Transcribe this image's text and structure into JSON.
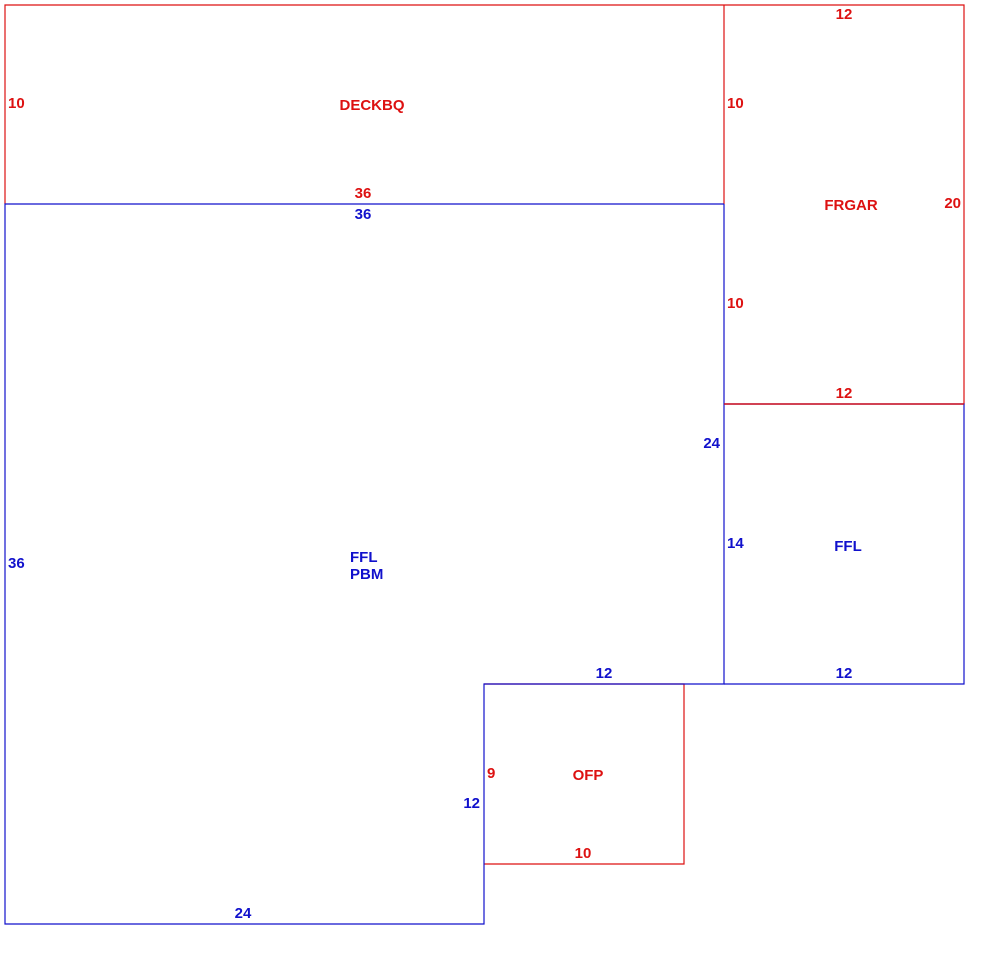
{
  "colors": {
    "red": "#dd1111",
    "blue": "#1111cc"
  },
  "areas": {
    "deckbq": {
      "label": "DECKBQ"
    },
    "frgar": {
      "label": "FRGAR"
    },
    "main": {
      "label_line1": "FFL",
      "label_line2": "PBM"
    },
    "ffl_small": {
      "label": "FFL"
    },
    "ofp": {
      "label": "OFP"
    }
  },
  "dimensions": {
    "deckbq_left": "10",
    "deckbq_bottom": "36",
    "frgar_top": "12",
    "frgar_left_upper": "10",
    "frgar_right": "20",
    "frgar_left_lower": "10",
    "frgar_bottom": "12",
    "main_top": "36",
    "main_left": "36",
    "main_right": "24",
    "main_bottom": "24",
    "main_notch_top": "12",
    "main_notch_side": "12",
    "ffl_left": "14",
    "ffl_bottom": "12",
    "ofp_left": "9",
    "ofp_bottom": "10"
  }
}
